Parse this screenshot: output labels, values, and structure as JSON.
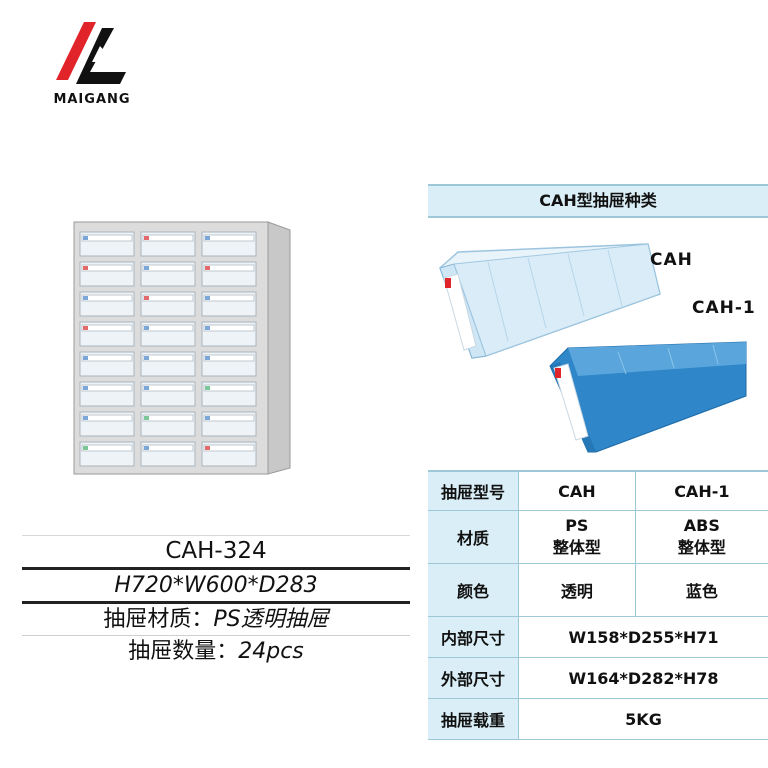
{
  "logo": {
    "text": "MAIGANG",
    "colors": {
      "red": "#e0242a",
      "black": "#111111"
    }
  },
  "product": {
    "model": "CAH-324",
    "dimensions": "H720*W600*D283",
    "material_label": "抽屉材质：",
    "material_value": "PS透明抽屉",
    "count_label": "抽屉数量：",
    "count_value": "24pcs"
  },
  "drawer_types": {
    "header": "CAH型抽屉种类",
    "label_a": "CAH",
    "label_b": "CAH-1"
  },
  "spec_table": {
    "header_label": "抽屉型号",
    "col_a": "CAH",
    "col_b": "CAH-1",
    "rows": [
      {
        "label": "材质",
        "a_line1": "PS",
        "a_line2": "整体型",
        "b_line1": "ABS",
        "b_line2": "整体型"
      },
      {
        "label": "颜色",
        "a": "透明",
        "b": "蓝色"
      },
      {
        "label": "内部尺寸",
        "value": "W158*D255*H71"
      },
      {
        "label": "外部尺寸",
        "value": "W164*D282*H78"
      },
      {
        "label": "抽屉载重",
        "value": "5KG"
      }
    ]
  },
  "colors": {
    "table_bg": "#d9eef6",
    "table_border": "#9ec7d7",
    "drawer_blue": "#3a8fd0"
  }
}
